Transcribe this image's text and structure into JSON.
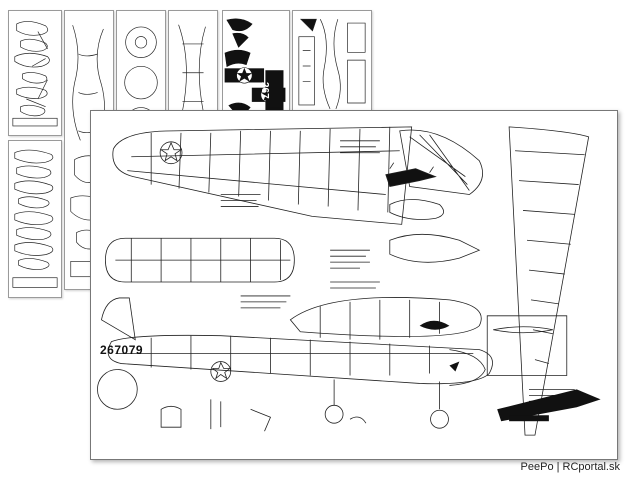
{
  "plan": {
    "aircraft_serial": "267079",
    "tail_serial_rotated": "267"
  },
  "caption": {
    "text": "PeePo | RCportal.sk"
  },
  "colors": {
    "ink": "#111111",
    "paper": "#ffffff",
    "frame": "#9a9a9a"
  }
}
